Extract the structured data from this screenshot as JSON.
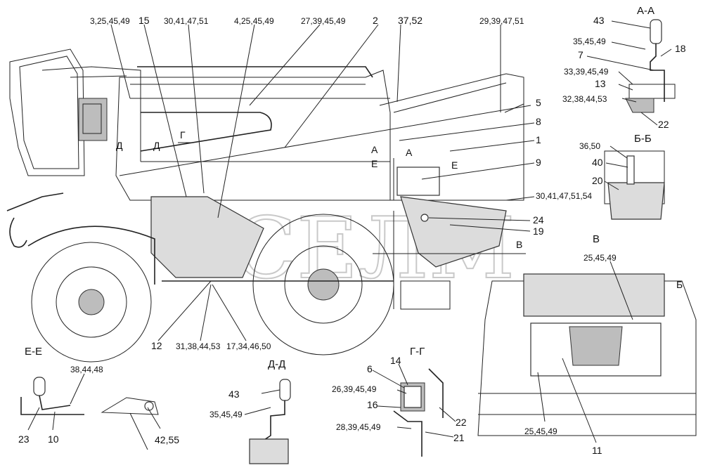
{
  "labels": {
    "top_left_cluster": [
      "3,25,45,49",
      "15",
      "30,41,47,51",
      "4,25,45,49",
      "27,39,45,49",
      "2",
      "37,52",
      "29,39,47,51"
    ],
    "right_body": [
      "5",
      "8",
      "1",
      "9",
      "30,41,47,51,54",
      "24",
      "19"
    ],
    "bottom_main": [
      "12",
      "31,38,44,53",
      "17,34,46,50"
    ],
    "section_marks": [
      "Д",
      "Д",
      "Г",
      "А",
      "А",
      "Е",
      "Е",
      "В",
      "Б",
      "Б"
    ],
    "view_aa": {
      "title": "А-А",
      "parts": [
        "43",
        "35,45,49",
        "18",
        "7",
        "33,39,45,49",
        "13",
        "32,38,44,53",
        "22"
      ]
    },
    "view_bb": {
      "title": "Б-Б",
      "parts": [
        "36,50",
        "40",
        "20"
      ]
    },
    "view_v": {
      "title": "В",
      "parts": [
        "25,45,49",
        "25,45,49",
        "11"
      ]
    },
    "view_ee": {
      "title": "Е-Е",
      "parts": [
        "38,44,48",
        "23",
        "10",
        "42,55"
      ]
    },
    "view_dd": {
      "title": "Д-Д",
      "parts": [
        "43",
        "35,45,49"
      ]
    },
    "view_gg": {
      "title": "Г-Г",
      "parts": [
        "14",
        "6",
        "26,39,45,49",
        "16",
        "28,39,45,49",
        "22",
        "21"
      ]
    },
    "watermark": "СЕЛМ"
  }
}
